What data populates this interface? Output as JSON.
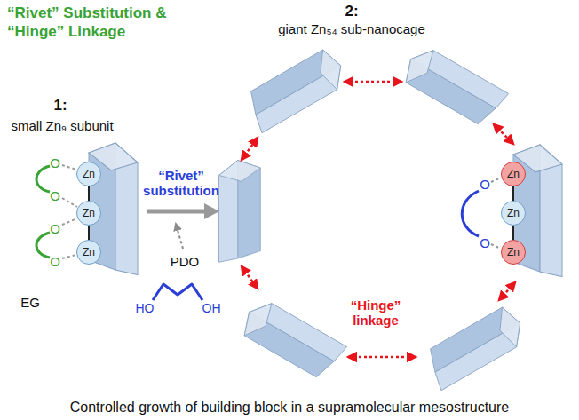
{
  "diagram": {
    "title": "“Rivet” Substitution & “Hinge” Linkage",
    "caption": "Controlled growth of building block in a supramolecular mesostructure",
    "nodes": [
      {
        "text": [
          "Zn"
        ]
      },
      {
        "text": [
          "Zn"
        ]
      },
      {
        "text": [
          "Zn"
        ]
      },
      {
        "text": [
          "Zn"
        ]
      },
      {
        "text": [
          "Zn"
        ]
      },
      {
        "text": [
          "Zn"
        ]
      }
    ],
    "edges": [
      {
        "from": 0,
        "to": 1,
        "arrow": "none"
      },
      {
        "from": 1,
        "to": 2,
        "arrow": "none"
      },
      {
        "from": 3,
        "to": 4,
        "arrow": "none"
      },
      {
        "from": 4,
        "to": 5,
        "arrow": "none"
      }
    ],
    "labels": [
      "1:",
      "small Zn₉ subunit",
      "2:",
      "giant Zn₅₄ sub-nanocage",
      "EG",
      "“Rivet” substitution",
      "PDO",
      "HO",
      "OH",
      "“Hinge” linkage",
      "O",
      "O",
      "O",
      "O",
      "O",
      "O"
    ]
  }
}
